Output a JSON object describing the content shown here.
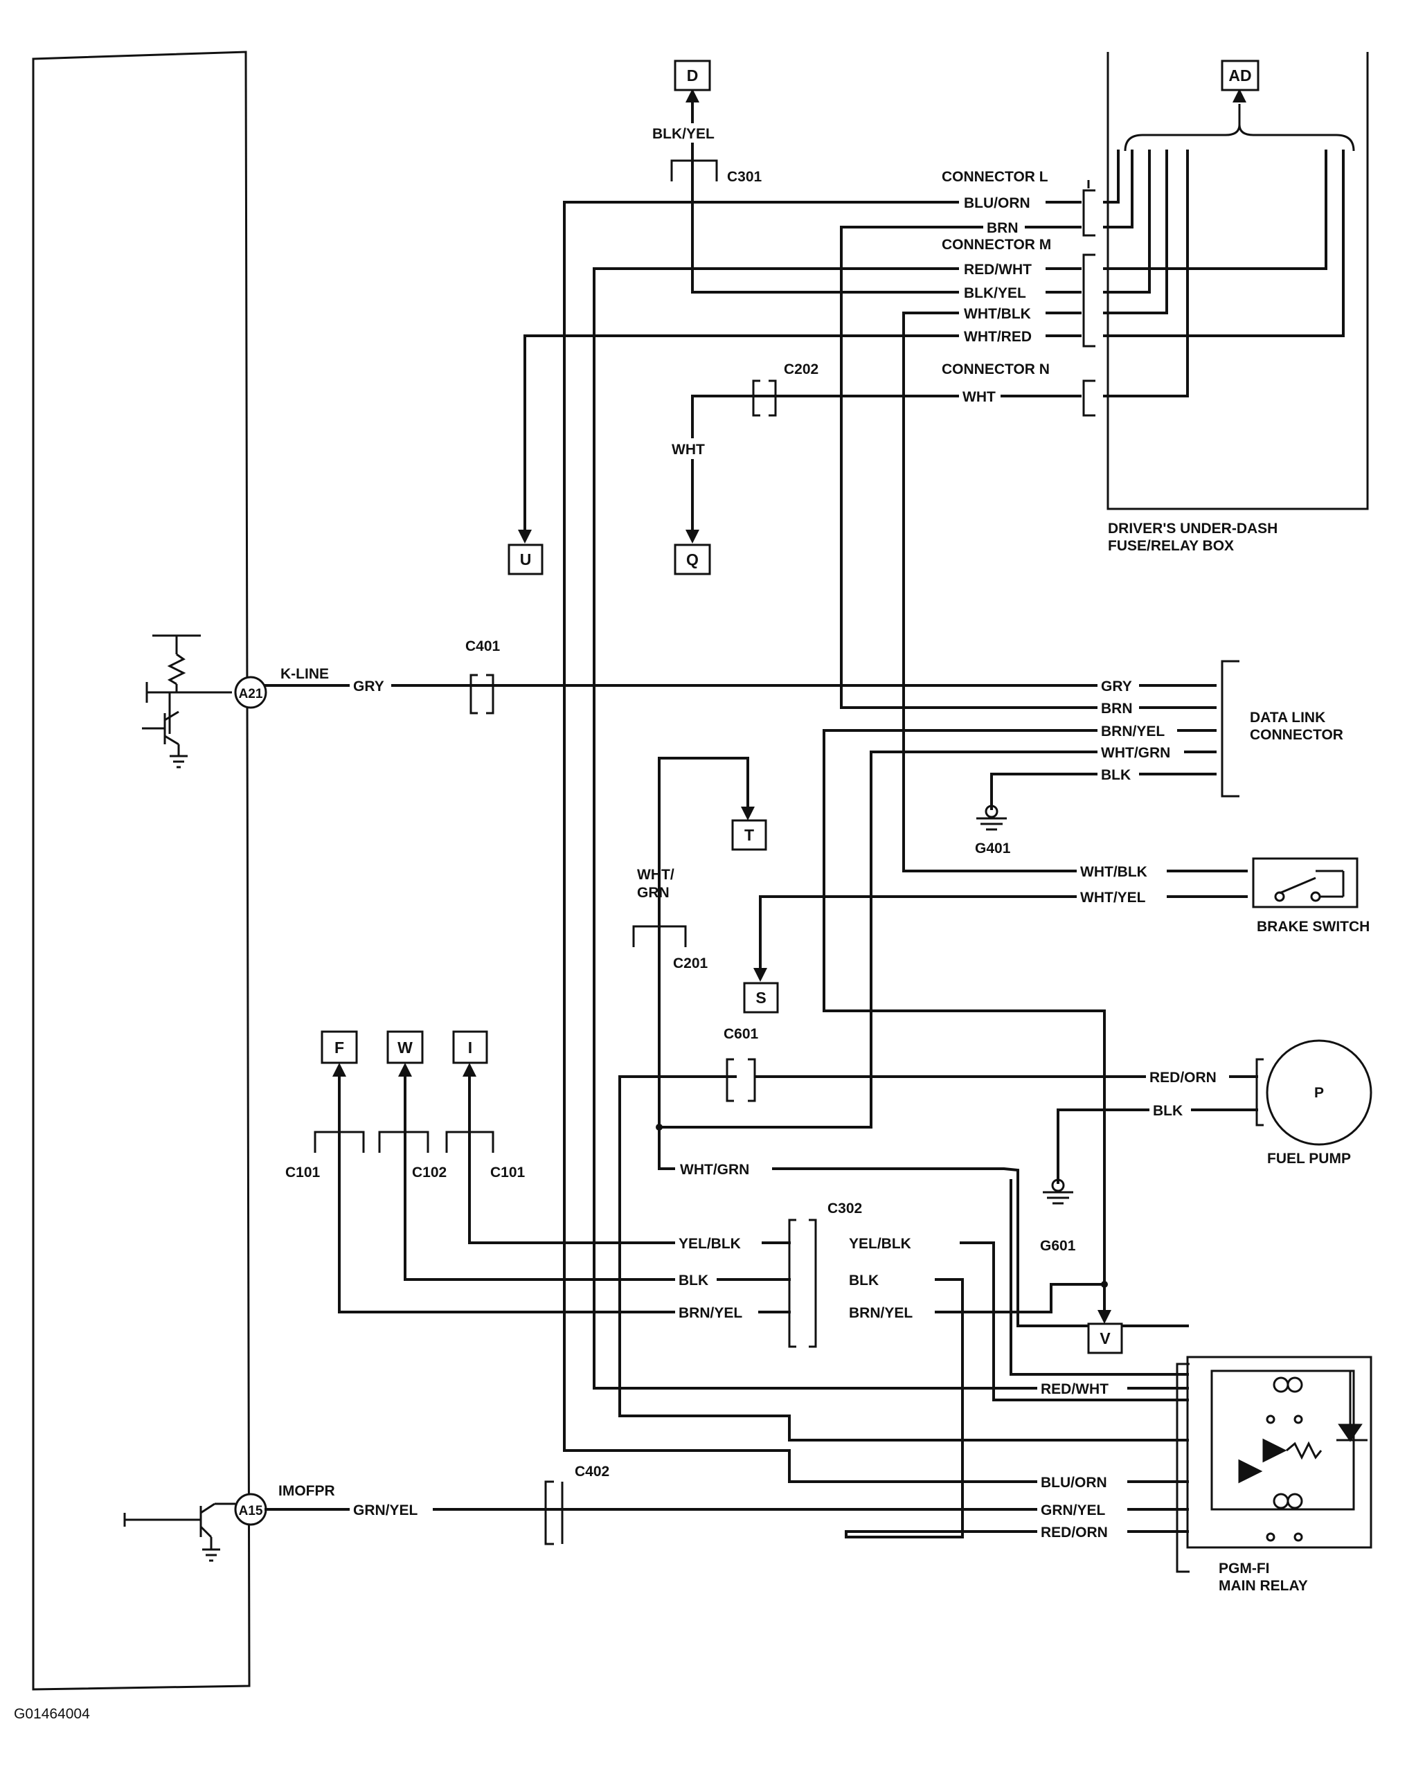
{
  "figure_id": "G01464004",
  "ecm_pins": {
    "a21": "A21",
    "a15": "A15",
    "kline": "K-LINE",
    "imofpr": "IMOFPR"
  },
  "connectors": {
    "c301": "C301",
    "c202": "C202",
    "c401": "C401",
    "c201": "C201",
    "c601": "C601",
    "c101a": "C101",
    "c102": "C102",
    "c101b": "C101",
    "c302": "C302",
    "c402": "C402",
    "conn_l": "CONNECTOR L",
    "conn_m": "CONNECTOR M",
    "conn_n": "CONNECTOR N"
  },
  "refs": {
    "d": "D",
    "ad": "AD",
    "u": "U",
    "q": "Q",
    "t": "T",
    "s": "S",
    "f": "F",
    "w": "W",
    "i": "I",
    "v": "V"
  },
  "wires": {
    "blk_yel_top": "BLK/YEL",
    "blu_orn_l": "BLU/ORN",
    "brn_l": "BRN",
    "red_wht_m": "RED/WHT",
    "blk_yel_m": "BLK/YEL",
    "wht_blk_m": "WHT/BLK",
    "wht_red_m": "WHT/RED",
    "wht_n": "WHT",
    "wht_q": "WHT",
    "gry_kline": "GRY",
    "gry_dlc": "GRY",
    "brn_dlc": "BRN",
    "brn_yel_dlc": "BRN/YEL",
    "wht_grn_dlc": "WHT/GRN",
    "blk_dlc": "BLK",
    "wht_grn_t_1": "WHT/",
    "wht_grn_t_2": "GRN",
    "wht_blk_brake": "WHT/BLK",
    "wht_yel_brake": "WHT/YEL",
    "red_orn_pump": "RED/ORN",
    "blk_pump": "BLK",
    "wht_grn_lower": "WHT/GRN",
    "yel_blk_l": "YEL/BLK",
    "blk_l": "BLK",
    "brn_yel_l": "BRN/YEL",
    "yel_blk_r": "YEL/BLK",
    "blk_r": "BLK",
    "brn_yel_r": "BRN/YEL",
    "red_wht_relay": "RED/WHT",
    "blu_orn_relay": "BLU/ORN",
    "grn_yel_relay": "GRN/YEL",
    "red_orn_relay": "RED/ORN",
    "grn_yel_ecm": "GRN/YEL"
  },
  "components": {
    "fuse_box_1": "DRIVER'S UNDER-DASH",
    "fuse_box_2": "FUSE/RELAY BOX",
    "dlc_1": "DATA LINK",
    "dlc_2": "CONNECTOR",
    "brake_switch": "BRAKE SWITCH",
    "pump_symbol": "P",
    "fuel_pump": "FUEL PUMP",
    "relay_1": "PGM-FI",
    "relay_2": "MAIN RELAY"
  },
  "grounds": {
    "g401": "G401",
    "g601": "G601"
  }
}
